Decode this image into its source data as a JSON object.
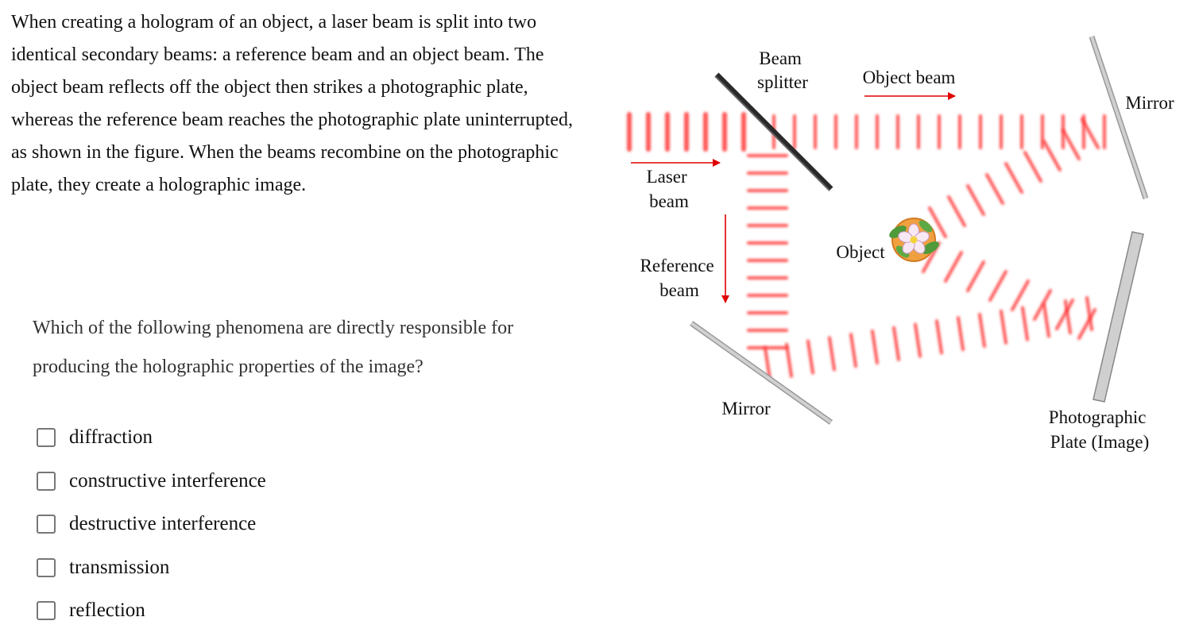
{
  "intro_text": "When creating a hologram of an object, a laser beam is split into two identical secondary beams: a reference beam and an object beam. The object beam reflects off the object then strikes a photographic plate, whereas the reference beam reaches the photographic plate uninterrupted, as shown in the figure. When the beams recombine on the photographic plate, they create a holographic image.",
  "question": "Which of the following phenomena are directly responsible for producing the holographic properties of the image?",
  "options": [
    {
      "label": "diffraction",
      "checked": false
    },
    {
      "label": "constructive interference",
      "checked": false
    },
    {
      "label": "destructive interference",
      "checked": false
    },
    {
      "label": "transmission",
      "checked": false
    },
    {
      "label": "reflection",
      "checked": false
    }
  ],
  "figure": {
    "beam_splitter_label": [
      "Beam",
      "splitter"
    ],
    "object_beam_label": "Object beam",
    "mirror_top_label": "Mirror",
    "laser_beam_label": [
      "Laser",
      "beam"
    ],
    "reference_beam_label": [
      "Reference",
      "beam"
    ],
    "object_label": "Object",
    "mirror_bottom_label": "Mirror",
    "plate_label": [
      "Photographic",
      "Plate (Image)"
    ],
    "beam_color": "#ff3b3b",
    "arrow_color": "#e00000"
  }
}
